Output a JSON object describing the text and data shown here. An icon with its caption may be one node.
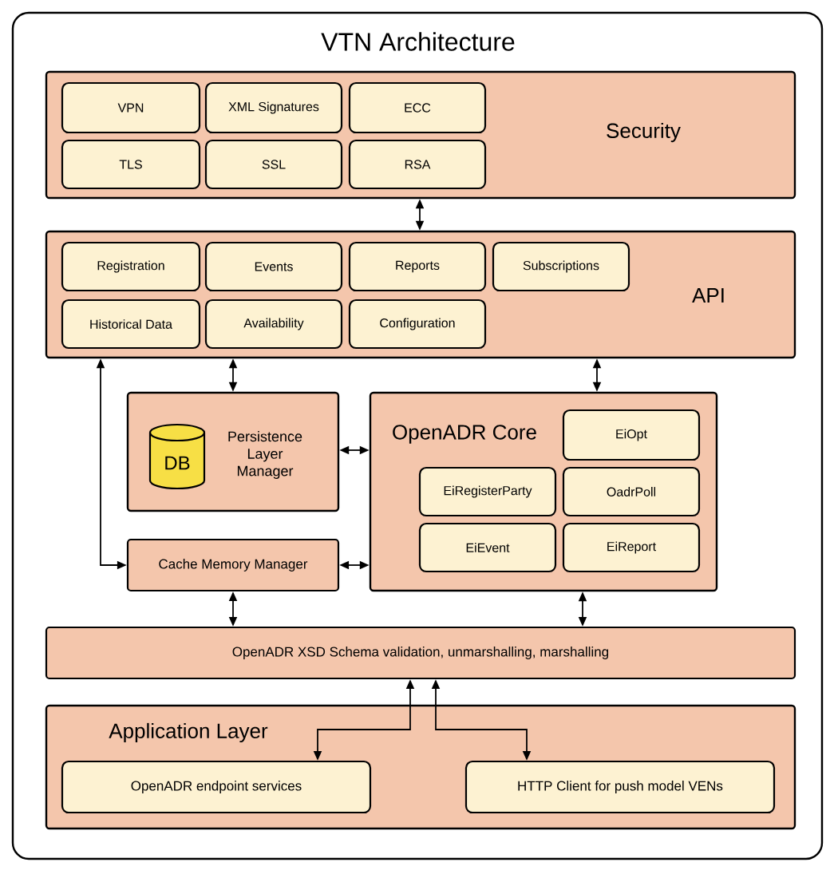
{
  "diagram": {
    "nodes": [
      {
        "text": [
          "VTN Architecture"
        ]
      },
      {
        "text": [
          "Security"
        ],
        "in": 0
      },
      {
        "text": [
          "VPN"
        ],
        "in": 1
      },
      {
        "text": [
          "XML Signatures"
        ],
        "in": 1
      },
      {
        "text": [
          "ECC"
        ],
        "in": 1
      },
      {
        "text": [
          "TLS"
        ],
        "in": 1
      },
      {
        "text": [
          "SSL"
        ],
        "in": 1
      },
      {
        "text": [
          "RSA"
        ],
        "in": 1
      },
      {
        "text": [
          "API"
        ],
        "in": 0
      },
      {
        "text": [
          "Registration"
        ],
        "in": 8
      },
      {
        "text": [
          "Events"
        ],
        "in": 8
      },
      {
        "text": [
          "Reports"
        ],
        "in": 8
      },
      {
        "text": [
          "Subscriptions"
        ],
        "in": 8
      },
      {
        "text": [
          "Historical Data"
        ],
        "in": 8
      },
      {
        "text": [
          "Availability"
        ],
        "in": 8
      },
      {
        "text": [
          "Configuration"
        ],
        "in": 8
      },
      {
        "text": [
          "Persistence Layer Manager"
        ],
        "in": 0
      },
      {
        "text": [
          "DB"
        ],
        "in": 16
      },
      {
        "text": [
          "Cache Memory Manager"
        ],
        "in": 0
      },
      {
        "text": [
          "OpenADR Core"
        ],
        "in": 0
      },
      {
        "text": [
          "EiOpt"
        ],
        "in": 19
      },
      {
        "text": [
          "EiRegisterParty"
        ],
        "in": 19
      },
      {
        "text": [
          "OadrPoll"
        ],
        "in": 19
      },
      {
        "text": [
          "EiEvent"
        ],
        "in": 19
      },
      {
        "text": [
          "EiReport"
        ],
        "in": 19
      },
      {
        "text": [
          "OpenADR XSD Schema validation, unmarshalling, marshalling"
        ],
        "in": 0
      },
      {
        "text": [
          "Application Layer"
        ],
        "in": 0
      },
      {
        "text": [
          "OpenADR endpoint services"
        ],
        "in": 26
      },
      {
        "text": [
          "HTTP Client for push model VENs"
        ],
        "in": 26
      }
    ],
    "edges": [
      {
        "from": 1,
        "to": 8,
        "arrow": "both"
      },
      {
        "from": 8,
        "to": 16,
        "arrow": "both"
      },
      {
        "from": 8,
        "to": 19,
        "arrow": "both"
      },
      {
        "from": 8,
        "to": 18,
        "arrow": "both"
      },
      {
        "from": 16,
        "to": 19,
        "arrow": "both"
      },
      {
        "from": 18,
        "to": 19,
        "arrow": "both"
      },
      {
        "from": 18,
        "to": 25,
        "arrow": "both"
      },
      {
        "from": 19,
        "to": 25,
        "arrow": "both"
      },
      {
        "from": 25,
        "to": 27,
        "arrow": "both"
      },
      {
        "from": 25,
        "to": 28,
        "arrow": "both"
      }
    ]
  }
}
